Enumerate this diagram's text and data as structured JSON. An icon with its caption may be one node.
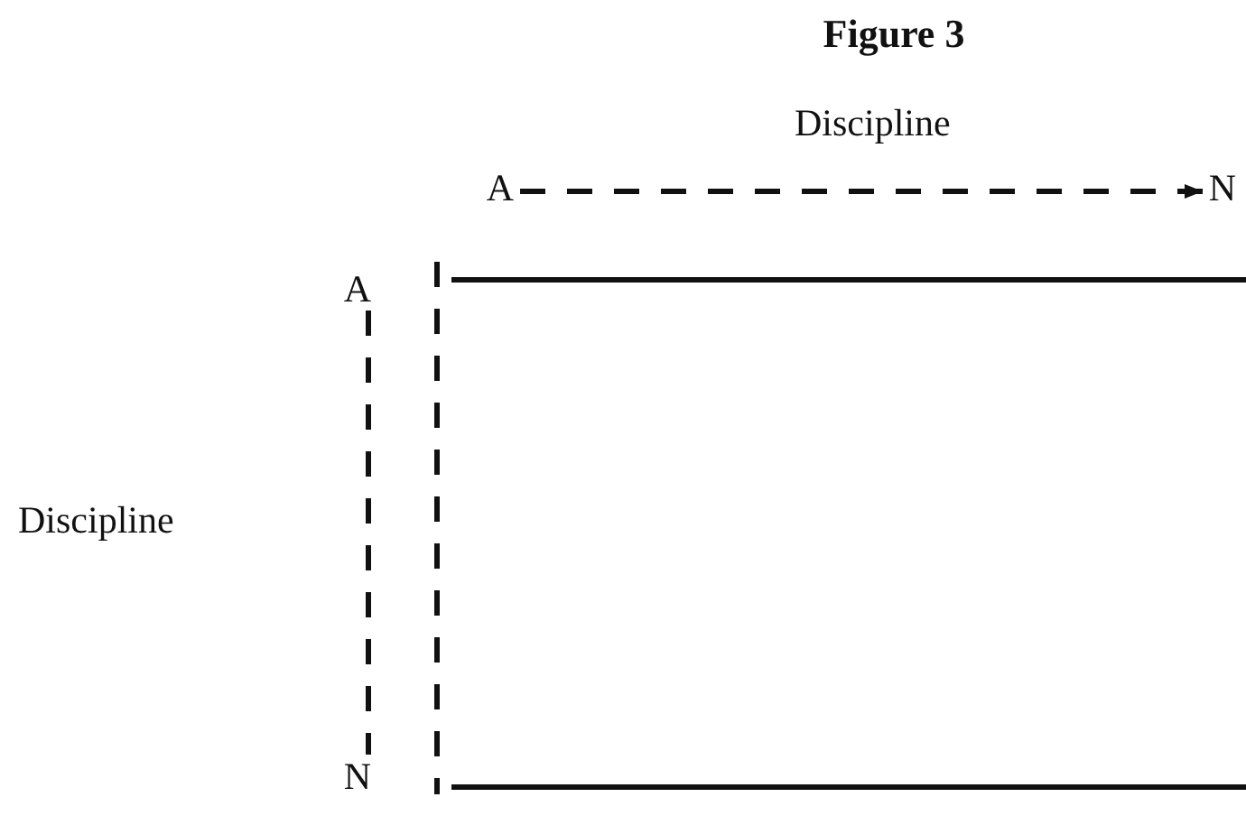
{
  "diagram": {
    "title": "Figure 3",
    "nodes": [
      {
        "text": [
          "A"
        ]
      },
      {
        "text": [
          "N"
        ]
      },
      {
        "text": [
          "A"
        ]
      },
      {
        "text": [
          "N"
        ]
      }
    ],
    "edges": [
      {
        "from": 0,
        "to": 1,
        "arrow": "to",
        "style": "dashed"
      },
      {
        "from": 2,
        "to": 3,
        "arrow": "none",
        "style": "dashed"
      }
    ],
    "labels": [
      "Discipline",
      "Discipline"
    ]
  }
}
